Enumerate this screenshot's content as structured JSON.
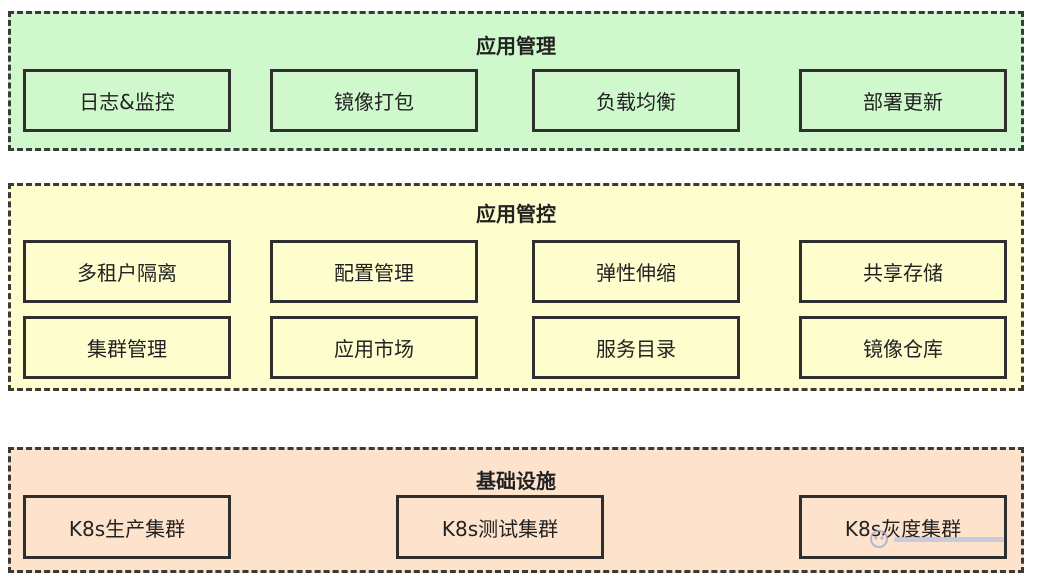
{
  "layers": {
    "app_mgmt": {
      "title": "应用管理",
      "nodes": [
        "日志&监控",
        "镜像打包",
        "负载均衡",
        "部署更新"
      ]
    },
    "app_ctrl": {
      "title": "应用管控",
      "row1": [
        "多租户隔离",
        "配置管理",
        "弹性伸缩",
        "共享存储"
      ],
      "row2": [
        "集群管理",
        "应用市场",
        "服务目录",
        "镜像仓库"
      ]
    },
    "infra": {
      "title": "基础设施",
      "nodes": [
        "K8s生产集群",
        "K8s测试集群",
        "K8s灰度集群"
      ]
    }
  },
  "colors": {
    "app_mgmt_fill": "#cff9cc",
    "app_ctrl_fill": "#fdfdcd",
    "infra_fill": "#fde3cc",
    "border": "#2f2f2f"
  }
}
